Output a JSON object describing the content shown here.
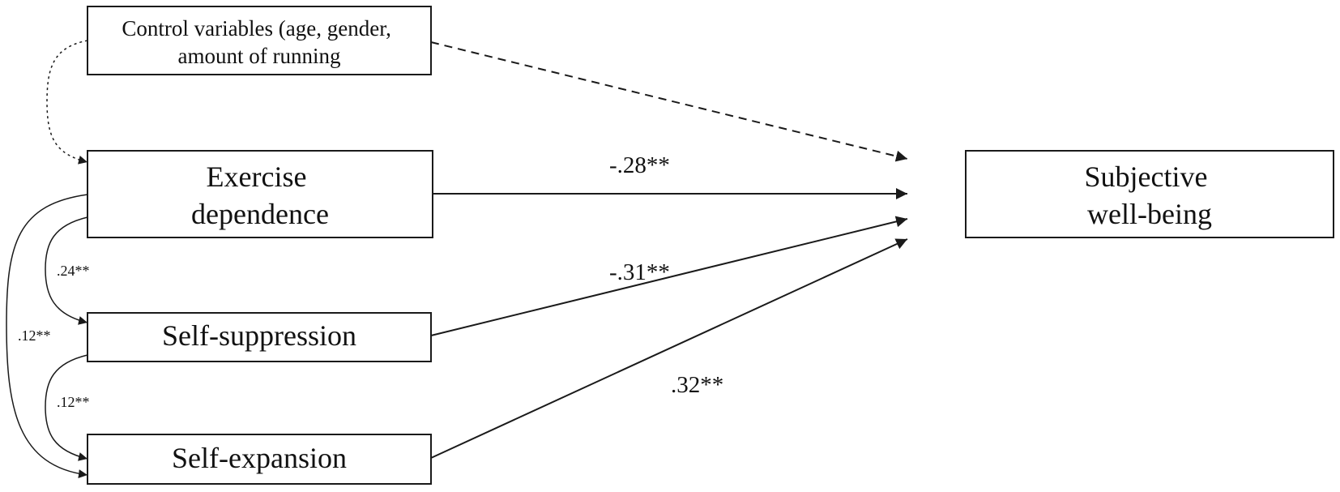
{
  "nodes": {
    "control": {
      "lines": [
        "Control variables (age, gender,",
        "amount of running"
      ]
    },
    "exercise": {
      "lines": [
        "Exercise",
        "dependence"
      ]
    },
    "suppression": {
      "lines": [
        "Self-suppression"
      ]
    },
    "expansion": {
      "lines": [
        "Self-expansion"
      ]
    },
    "wellbeing": {
      "lines": [
        "Subjective",
        "well-being"
      ]
    }
  },
  "paths": {
    "exercise_to_wellbeing": "-.28**",
    "suppression_to_wellbeing": "-.31**",
    "expansion_to_wellbeing": ".32**"
  },
  "correlations": {
    "exercise_suppression": ".24**",
    "exercise_expansion": ".12**",
    "suppression_expansion": ".12**"
  },
  "colors": {
    "stroke": "#1a1a1a",
    "text": "#111111",
    "background": "#ffffff"
  }
}
